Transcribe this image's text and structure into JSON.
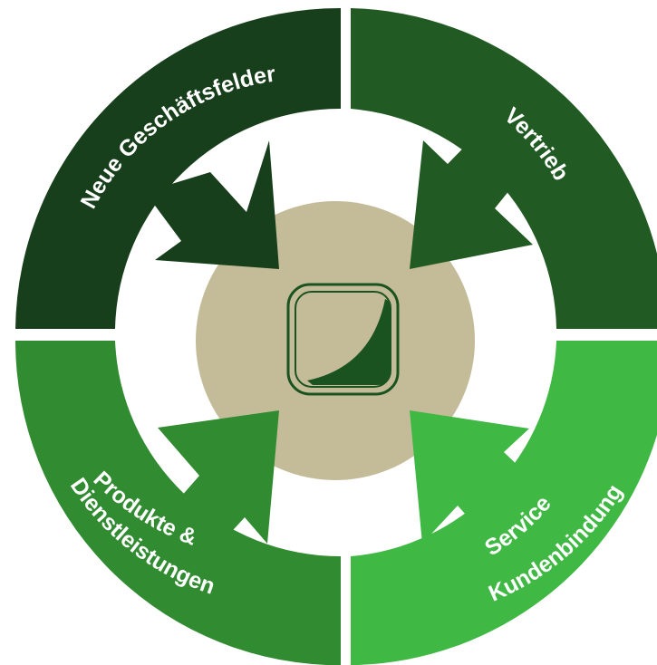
{
  "colors": {
    "background": "#ffffff",
    "top_left": "#183f1b",
    "top_right": "#215a22",
    "bottom_left": "#318b31",
    "bottom_right": "#3fb844",
    "center_circle": "#c4bc98",
    "icon_stroke": "#1a5320",
    "icon_fill": "#1a5320",
    "label_text": "#ffffff"
  },
  "segments": {
    "top_left": {
      "label": "Neue Geschäftsfelder"
    },
    "top_right": {
      "label": "Vertrieb"
    },
    "bottom_left": {
      "label_line1": "Produkte &",
      "label_line2": "Dienstleistungen"
    },
    "bottom_right": {
      "label_line1": "Service &",
      "label_line2": "Kundenbindung"
    }
  },
  "center": {
    "icon": "growth-curve-icon"
  }
}
